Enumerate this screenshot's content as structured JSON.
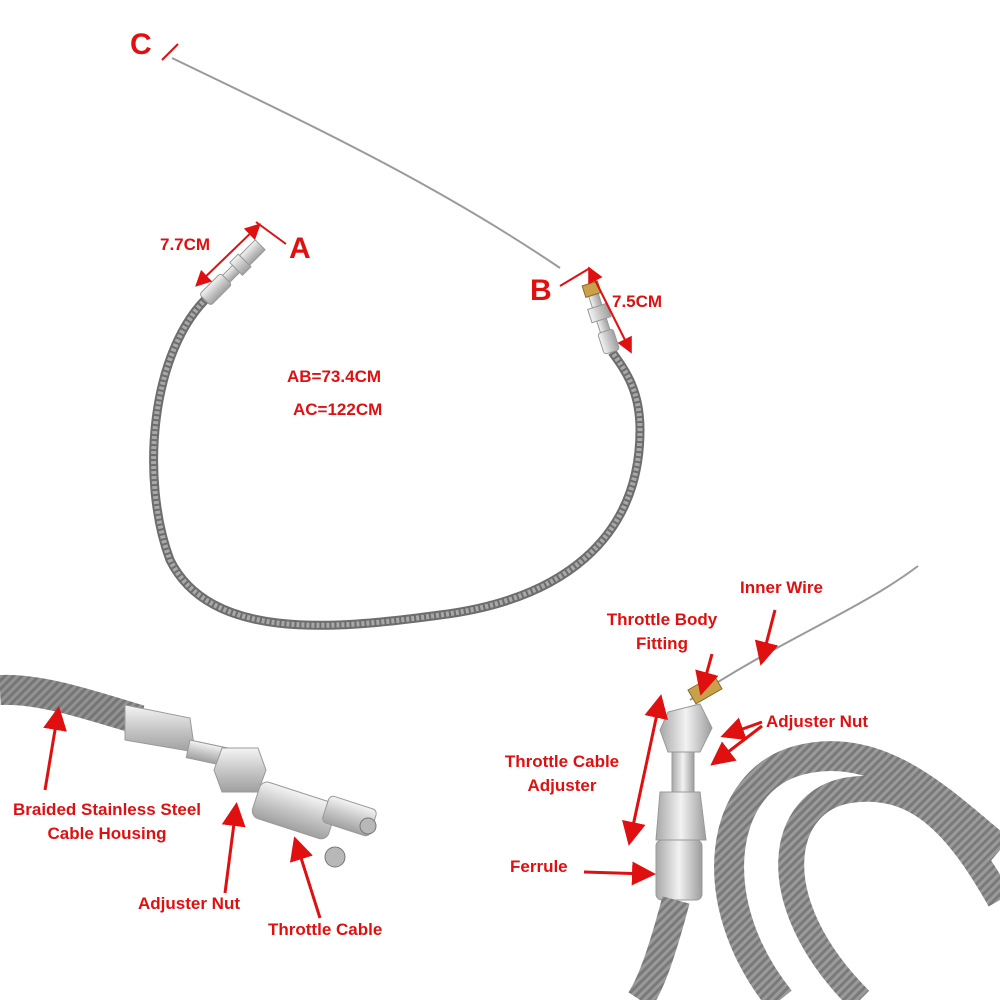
{
  "colors": {
    "annotation": "#e01010",
    "cable_housing": "#8a8a8a",
    "inner_wire": "#9a9a9a",
    "fitting_metal": "#d8d8d8",
    "brass": "#c9a14a",
    "background": "#ffffff"
  },
  "diagram": {
    "point_a": "A",
    "point_b": "B",
    "point_c": "C",
    "length_a": "7.7CM",
    "length_b": "7.5CM",
    "ab_length": "AB=73.4CM",
    "ac_length": "AC=122CM"
  },
  "detail_left": {
    "braided_housing": "Braided Stainless Steel\nCable Housing",
    "adjuster_nut": "Adjuster Nut",
    "throttle_cable": "Throttle Cable"
  },
  "detail_right": {
    "inner_wire": "Inner Wire",
    "throttle_body_fitting": "Throttle Body\nFitting",
    "adjuster_nut": "Adjuster Nut",
    "throttle_cable_adjuster": "Throttle Cable\nAdjuster",
    "ferrule": "Ferrule"
  }
}
